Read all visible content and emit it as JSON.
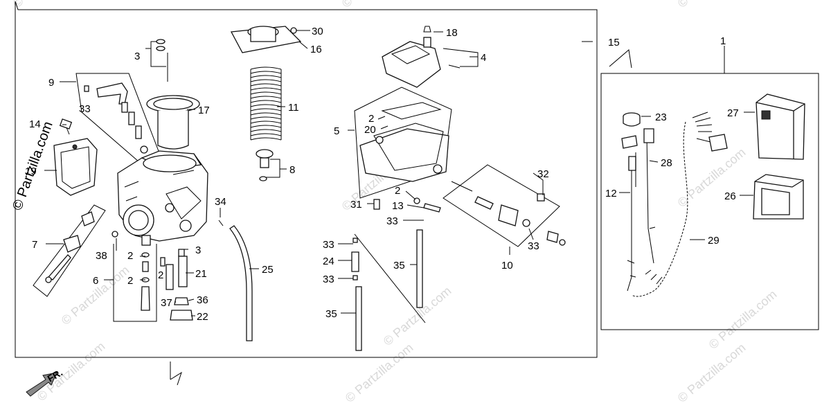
{
  "watermark": "© Partzilla.com",
  "direction_label": "FR.",
  "labels": {
    "l1": "1",
    "l2a": "2",
    "l2b": "2",
    "l2c": "2",
    "l2d": "2",
    "l2e": "2",
    "l3a": "3",
    "l3b": "3",
    "l4": "4",
    "l5": "5",
    "l6": "6",
    "l7": "7",
    "l8": "8",
    "l9": "9",
    "l10": "10",
    "l11": "11",
    "l12": "12",
    "l13": "13",
    "l14": "14",
    "l15": "15",
    "l16": "16",
    "l17": "17",
    "l18": "18",
    "l19": "19",
    "l20": "20",
    "l21": "21",
    "l22": "22",
    "l23": "23",
    "l24": "24",
    "l25": "25",
    "l26": "26",
    "l27": "27",
    "l28": "28",
    "l29": "29",
    "l30": "30",
    "l31": "31",
    "l32": "32",
    "l33a": "33",
    "l33b": "33",
    "l33c": "33",
    "l33d": "33",
    "l33e": "33",
    "l34": "34",
    "l35a": "35",
    "l35b": "35",
    "l36": "36",
    "l37": "37",
    "l38": "38"
  }
}
